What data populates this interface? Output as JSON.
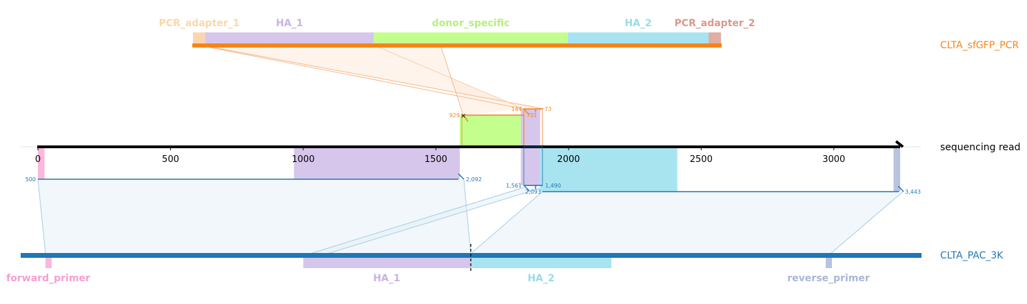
{
  "colors": {
    "pcr_track": "#f58518",
    "ref_track": "#1f77b4",
    "read_axis": "#000000",
    "pcr_adapter_1": "#fbd5b0",
    "ha_1": "#d6c6ec",
    "donor_specific": "#c4ff8e",
    "ha_2": "#a8e4f0",
    "pcr_adapter_2": "#e0aea4",
    "forward_primer": "#f9b8dc",
    "reverse_primer": "#b8c4de"
  },
  "tracks": {
    "pcr": {
      "name": "CLTA_sfGFP_PCR"
    },
    "read": {
      "name": "sequencing read"
    },
    "ref": {
      "name": "CLTA_PAC_3K"
    }
  },
  "pcr_features": [
    {
      "label": "PCR_adapter_1",
      "color": "#fbd5b0",
      "label_color": "#fcd7a6"
    },
    {
      "label": "HA_1",
      "color": "#d6c6ec",
      "label_color": "#c7b3e3"
    },
    {
      "label": "donor_specific",
      "color": "#c4ff8e",
      "label_color": "#b4f07a"
    },
    {
      "label": "HA_2",
      "color": "#a8e4f0",
      "label_color": "#96dcea"
    },
    {
      "label": "PCR_adapter_2",
      "color": "#e0aea4",
      "label_color": "#d9998a"
    }
  ],
  "ref_features": [
    {
      "label": "forward_primer",
      "color": "#f9b8dc",
      "label_color": "#f59fd0"
    },
    {
      "label": "HA_1",
      "color": "#d6c6ec",
      "label_color": "#c7b3e3"
    },
    {
      "label": "HA_2",
      "color": "#a8e4f0",
      "label_color": "#96dcea"
    },
    {
      "label": "reverse_primer",
      "color": "#b8c4de",
      "label_color": "#a9b7d6"
    }
  ],
  "read_axis": {
    "min": 0,
    "max": 3250,
    "ticks": [
      0,
      500,
      1000,
      1500,
      2000,
      2500,
      3000
    ]
  },
  "read_regions": [
    {
      "feature": "forward_primer",
      "start": 0,
      "end": 25,
      "side": "below",
      "color": "#f9b8dc"
    },
    {
      "feature": "HA_1",
      "start": 965,
      "end": 1590,
      "side": "below",
      "color": "#d6c6ec"
    },
    {
      "feature": "donor_specific",
      "start": 1590,
      "end": 1820,
      "side": "above",
      "color": "#c4ff8e"
    },
    {
      "feature": "HA_1",
      "start": 1820,
      "end": 1893,
      "side": "both",
      "color": "#d6c6ec"
    },
    {
      "feature": "HA_2",
      "start": 1893,
      "end": 2410,
      "side": "below",
      "color": "#a8e4f0"
    },
    {
      "feature": "reverse_primer",
      "start": 3225,
      "end": 3250,
      "side": "below",
      "color": "#b8c4de"
    }
  ],
  "annotations": {
    "ref_aln1_start": "500",
    "ref_aln1_end": "2,092",
    "ref_aln2_left": "1,561",
    "ref_aln2_right": "1,490",
    "ref_aln2_bottom": "2,093",
    "ref_aln2_end": "3,443",
    "pcr_aln_start": "929",
    "pcr_aln_a": "144",
    "pcr_aln_b": "73",
    "pcr_aln_c": "701"
  }
}
